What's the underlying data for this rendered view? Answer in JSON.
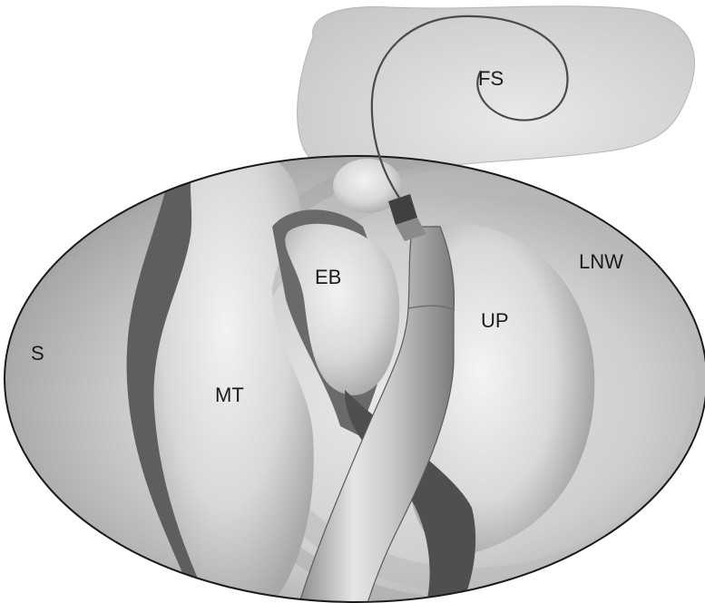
{
  "labels": {
    "fs": "FS",
    "eb": "EB",
    "lnw": "LNW",
    "up": "UP",
    "s": "S",
    "mt": "MT"
  }
}
